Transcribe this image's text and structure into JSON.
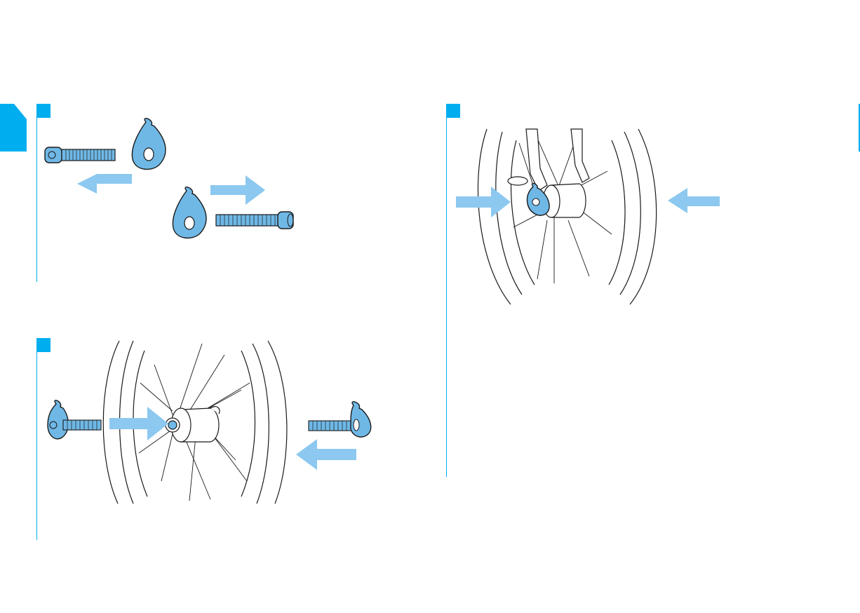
{
  "colors": {
    "accent": "#00aeef",
    "part_fill": "#6fb8e6",
    "arrow_fill": "#8cc8ef",
    "line": "#1a1a1a"
  },
  "steps": [
    {
      "icon": "step-badge-1",
      "content": "bolts-and-tabs-separated"
    },
    {
      "icon": "step-badge-2",
      "content": "bolts-inserted-into-wheel-hub"
    },
    {
      "icon": "step-badge-3",
      "content": "tab-aligned-on-fork-dropout"
    }
  ]
}
